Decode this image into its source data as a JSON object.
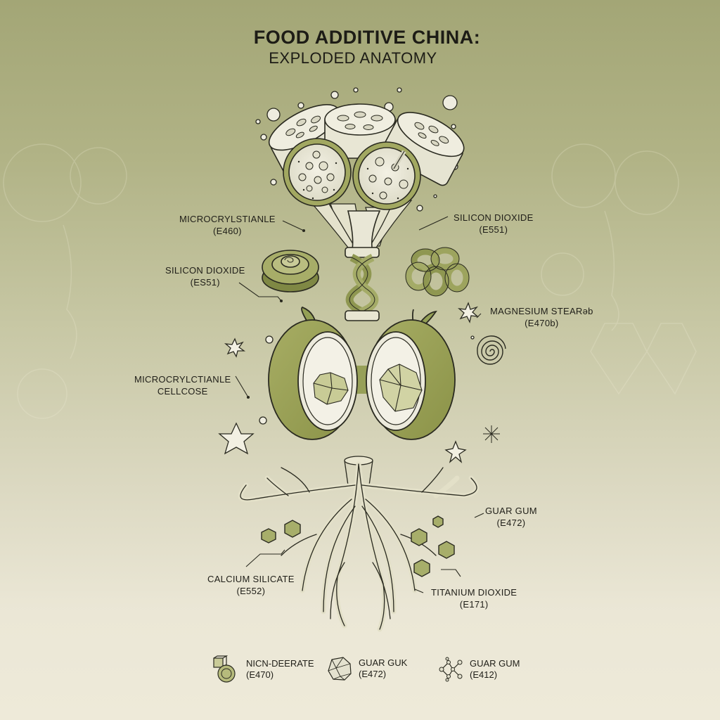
{
  "title": {
    "main": "FOOD ADDITIVE CHINA:",
    "sub": "EXPLODED ANATOMY"
  },
  "colors": {
    "background_top": "#a3a676",
    "background_bottom": "#eeead9",
    "accent_green": "#9ba35a",
    "accent_green_dark": "#7d8640",
    "cream": "#ece9d8",
    "ink": "#1f1e18"
  },
  "labels": [
    {
      "id": "microcrylstianle",
      "line1": "MICROCRYLSTIANLE",
      "line2": "(E460)"
    },
    {
      "id": "silicon-dioxide-right",
      "line1": "SILICON DIOXIDE",
      "line2": "(E551)"
    },
    {
      "id": "silicon-dioxide-left",
      "line1": "SILICON DIOXIDE",
      "line2": "(ES51)"
    },
    {
      "id": "magnesium-stearate",
      "line1": "MAGNESIUM STEARəb",
      "line2": "(E470b)"
    },
    {
      "id": "microcrylctianle-cellcose",
      "line1": "MICROCRYLCTIANLE",
      "line2": "CELLCOSE"
    },
    {
      "id": "guar-gum",
      "line1": "GUAR GUM",
      "line2": "(E472)"
    },
    {
      "id": "calcium-silicate",
      "line1": "CALCIUM SILICATE",
      "line2": "(E552)"
    },
    {
      "id": "titanium-dioxide",
      "line1": "TITANIUM DIOXIDE",
      "line2": "(E171)"
    }
  ],
  "legend": [
    {
      "icon": "cube-and-disc-icon",
      "line1": "NICN-DEERATE",
      "line2": "(E470)"
    },
    {
      "icon": "crystal-rock-icon",
      "line1": "GUAR GUK",
      "line2": "(E472)"
    },
    {
      "icon": "molecule-icon",
      "line1": "GUAR GUM",
      "line2": "(E412)"
    }
  ],
  "components": [
    "lotus-seed-pods",
    "twisted-stem-helix",
    "spiral-disc",
    "knotted-rings",
    "split-fruit-with-crystals",
    "branching-roots",
    "hexagon-granules",
    "spiral-coil",
    "star-sparkles"
  ]
}
